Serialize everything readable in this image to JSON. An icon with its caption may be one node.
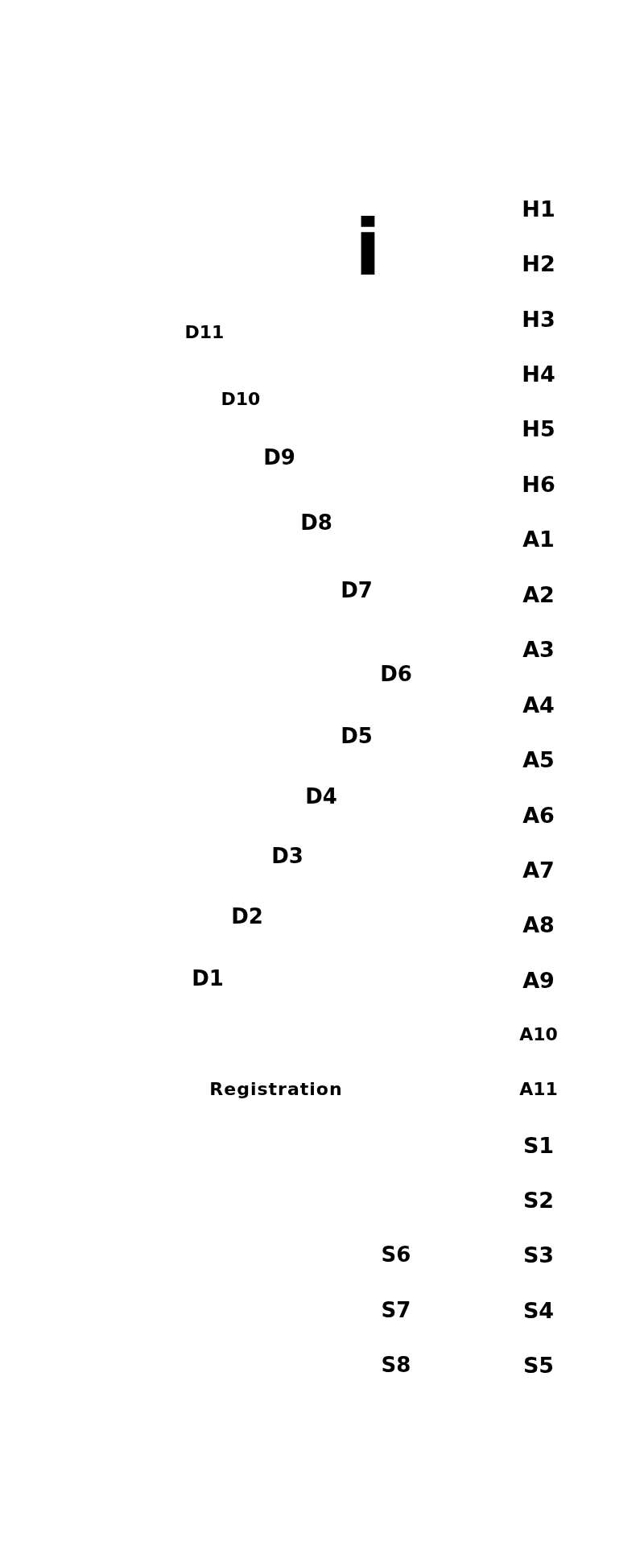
{
  "diagram": {
    "labels": [
      "H1",
      "i",
      "H2",
      "H3",
      "D11",
      "H4",
      "D10",
      "H5",
      "D9",
      "H6",
      "D8",
      "A1",
      "D7",
      "A2",
      "A3",
      "D6",
      "A4",
      "D5",
      "A5",
      "D4",
      "A6",
      "D3",
      "A7",
      "D2",
      "A8",
      "D1",
      "A9",
      "A10",
      "Registration",
      "A11",
      "S1",
      "S2",
      "S6",
      "S3",
      "S7",
      "S4",
      "S8",
      "S5"
    ]
  }
}
